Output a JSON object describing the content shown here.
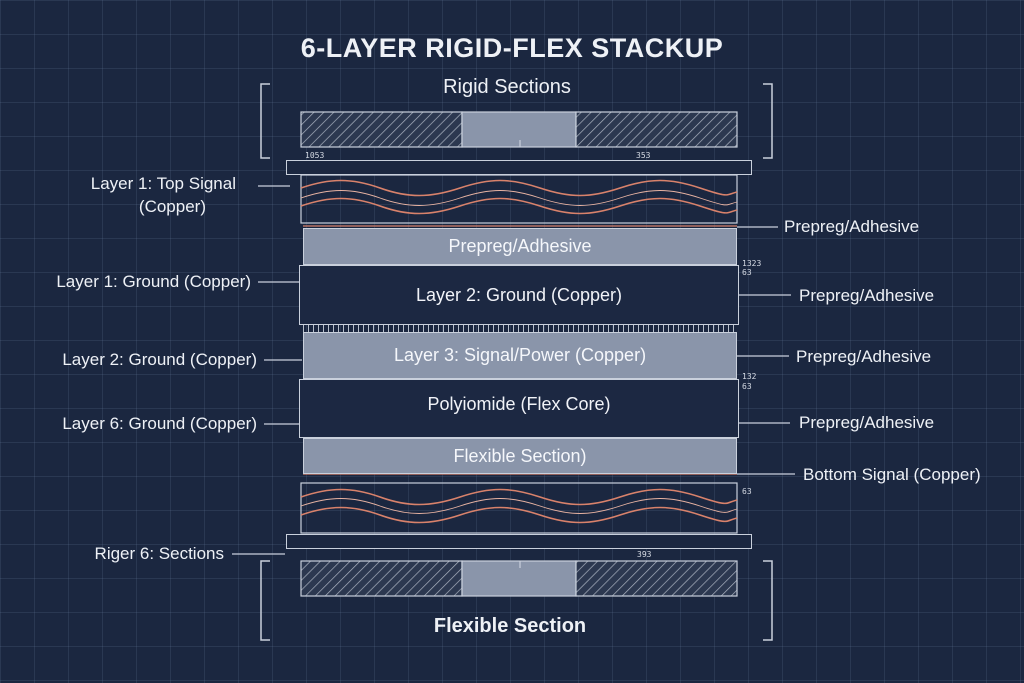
{
  "title": "6-LAYER RIGID-FLEX STACKUP",
  "headings": {
    "top": "Rigid Sections",
    "bottom": "Flexible Section"
  },
  "bands": {
    "prepreg_adhesive": "Prepreg/Adhesive",
    "layer2_ground": "Layer 2: Ground (Copper)",
    "layer3_signal": "Layer 3: Signal/Power (Copper)",
    "polyimide": "Polyiomide (Flex Core)",
    "flexible_section": "Flexible Section)"
  },
  "left_labels": {
    "top_signal": "Layer 1: Top Signal",
    "top_signal_sub": "(Copper)",
    "layer1_ground": "Layer 1: Ground (Copper)",
    "layer2_ground": "Layer 2: Ground (Copper)",
    "layer6_ground": "Layer 6: Ground (Copper)",
    "riger_sections": "Riger 6: Sections"
  },
  "right_labels": {
    "prepreg_1": "Prepreg/Adhesive",
    "prepreg_2": "Prepreg/Adhesive",
    "prepreg_3": "Prepreg/Adhesive",
    "prepreg_4": "Prepreg/Adhesive",
    "bottom_signal": "Bottom Signal (Copper)"
  },
  "annotations": {
    "top_left": "1053",
    "top_right": "353",
    "right_a1": "1323",
    "right_a2": "63",
    "right_b1": "132",
    "right_b2": "63",
    "right_c": "63",
    "bottom_right": "393"
  },
  "colors": {
    "background": "#1b2740",
    "light_band": "#8a95aa",
    "dark_band": "#1c2842",
    "copper": "#d9826b",
    "line": "#c9d0dc"
  }
}
